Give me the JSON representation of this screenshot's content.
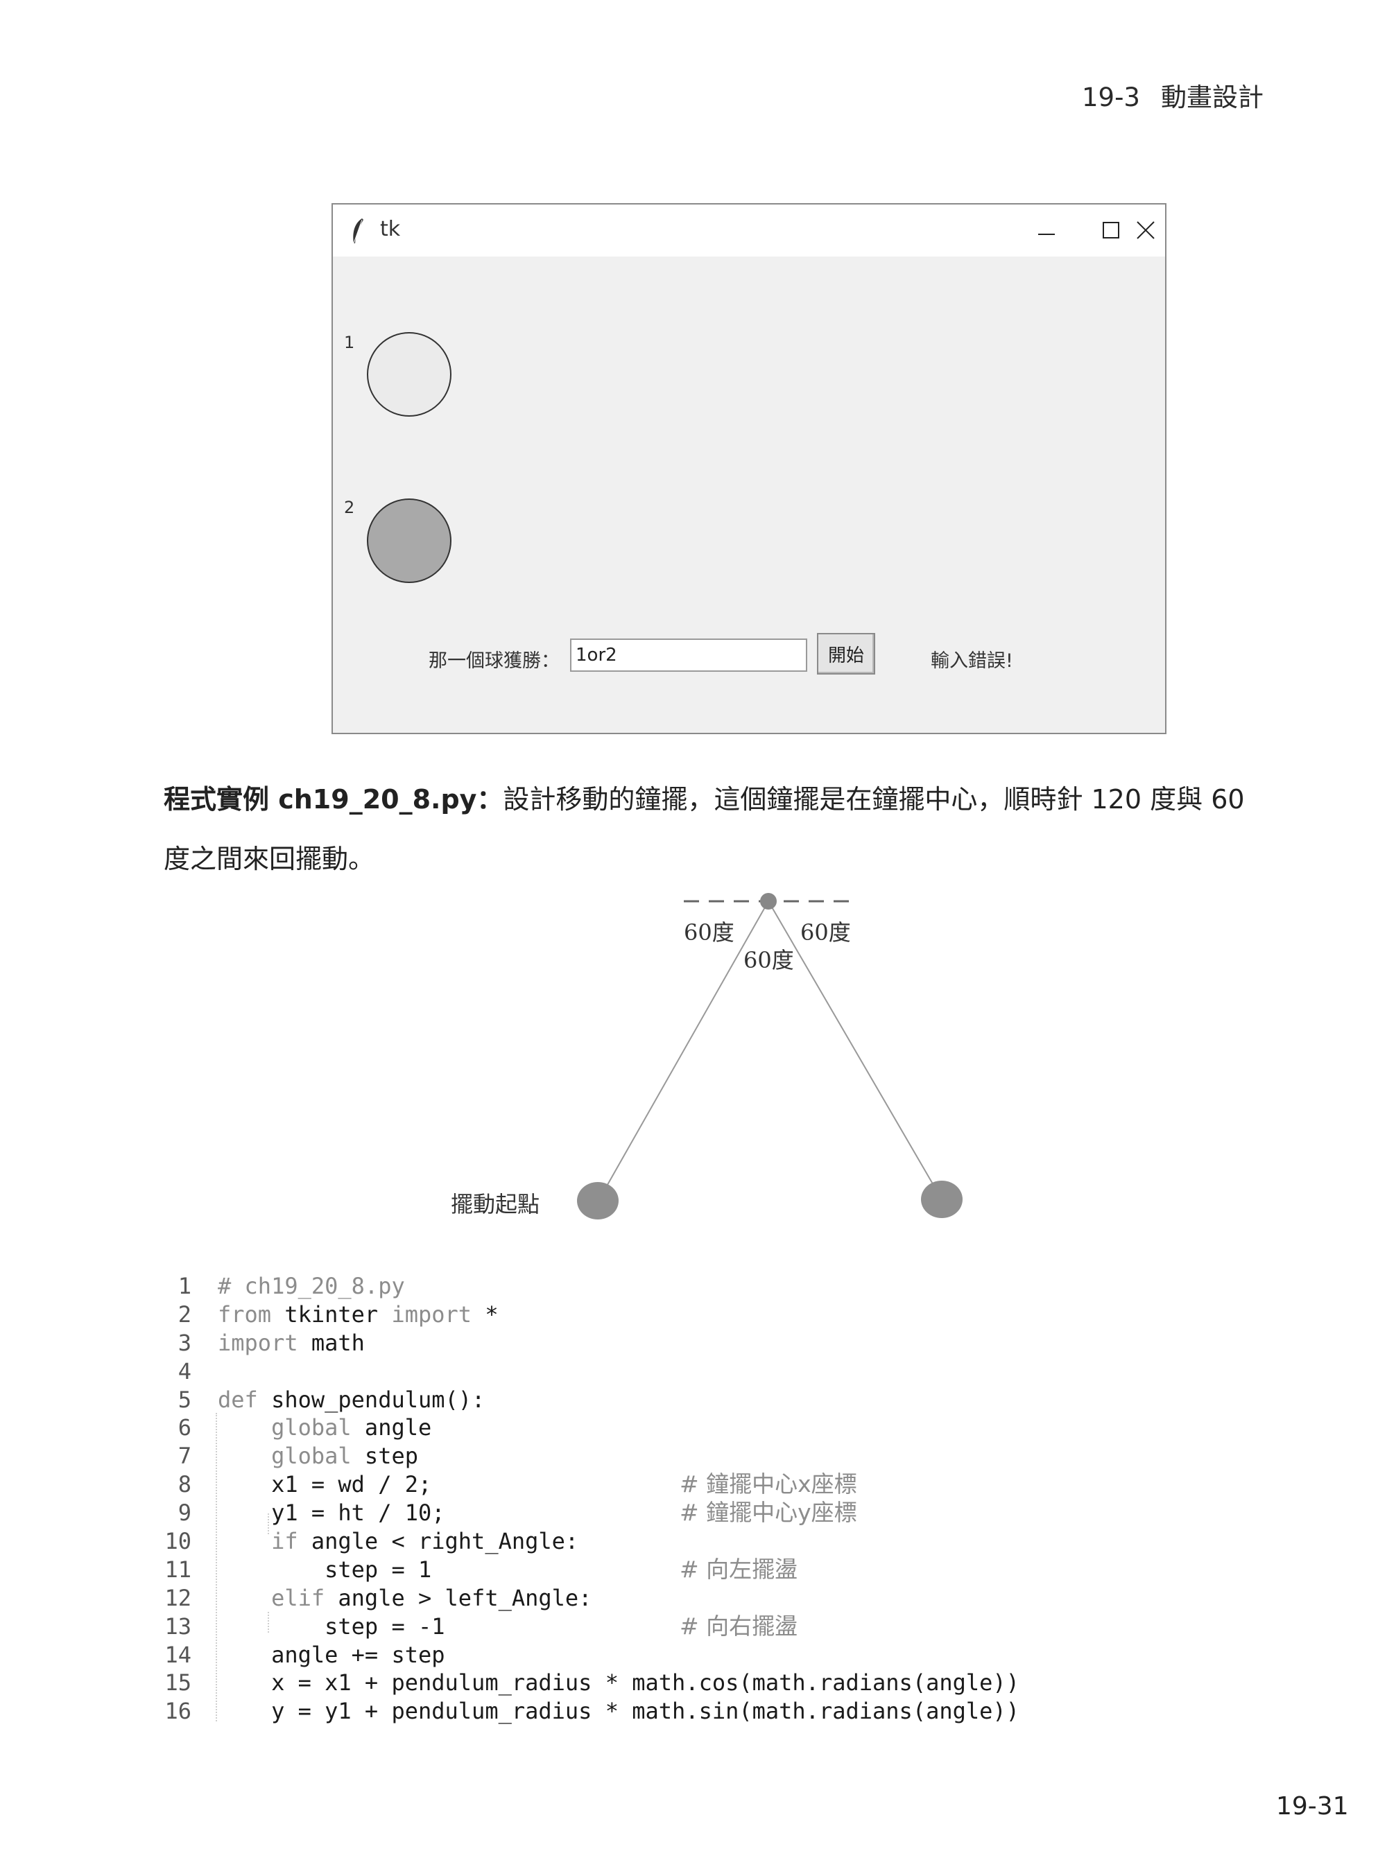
{
  "header": {
    "section": "19-3",
    "title": "動畫設計"
  },
  "window": {
    "title": "tk",
    "ball1_label": "1",
    "ball2_label": "2",
    "prompt_label": "那一個球獲勝：",
    "entry_value": "1or2",
    "start_button": "開始",
    "message": "輸入錯誤!",
    "ball1_color": "#ebebeb",
    "ball2_color": "#a9a9a9"
  },
  "paragraph": {
    "bold": "程式實例 ch19_20_8.py：",
    "text": "設計移動的鐘擺，這個鐘擺是在鐘擺中心，順時針 120 度與 60 度之間來回擺動。"
  },
  "diagram": {
    "angle_left": "60度",
    "angle_middle": "60度",
    "angle_right": "60度",
    "start_label": "擺動起點",
    "bob_color": "#8f8f8f"
  },
  "code": {
    "lines": [
      {
        "n": "1",
        "parts": [
          [
            "c",
            "# ch19_20_8.py"
          ]
        ]
      },
      {
        "n": "2",
        "parts": [
          [
            "k",
            "from"
          ],
          [
            "t",
            " tkinter "
          ],
          [
            "k",
            "import"
          ],
          [
            "t",
            " *"
          ]
        ]
      },
      {
        "n": "3",
        "parts": [
          [
            "k",
            "import"
          ],
          [
            "t",
            " math"
          ]
        ]
      },
      {
        "n": "4",
        "parts": []
      },
      {
        "n": "5",
        "parts": [
          [
            "k",
            "def"
          ],
          [
            "t",
            " show_pendulum():"
          ]
        ]
      },
      {
        "n": "6",
        "parts": [
          [
            "t",
            "    "
          ],
          [
            "k",
            "global"
          ],
          [
            "t",
            " angle"
          ]
        ]
      },
      {
        "n": "7",
        "parts": [
          [
            "t",
            "    "
          ],
          [
            "k",
            "global"
          ],
          [
            "t",
            " step"
          ]
        ]
      },
      {
        "n": "8",
        "parts": [
          [
            "t",
            "    x1 = wd / 2;"
          ]
        ],
        "comment": "# 鐘擺中心x座標"
      },
      {
        "n": "9",
        "parts": [
          [
            "t",
            "    y1 = ht / 10;"
          ]
        ],
        "comment": "# 鐘擺中心y座標"
      },
      {
        "n": "10",
        "parts": [
          [
            "t",
            "    "
          ],
          [
            "k",
            "if"
          ],
          [
            "t",
            " angle < right_Angle:"
          ]
        ]
      },
      {
        "n": "11",
        "parts": [
          [
            "t",
            "        step = 1"
          ]
        ],
        "comment": "# 向左擺盪"
      },
      {
        "n": "12",
        "parts": [
          [
            "t",
            "    "
          ],
          [
            "k",
            "elif"
          ],
          [
            "t",
            " angle > left_Angle:"
          ]
        ]
      },
      {
        "n": "13",
        "parts": [
          [
            "t",
            "        step = -1"
          ]
        ],
        "comment": "# 向右擺盪"
      },
      {
        "n": "14",
        "parts": [
          [
            "t",
            "    angle += step"
          ]
        ]
      },
      {
        "n": "15",
        "parts": [
          [
            "t",
            "    x = x1 + pendulum_radius * math.cos(math.radians(angle))"
          ]
        ]
      },
      {
        "n": "16",
        "parts": [
          [
            "t",
            "    y = y1 + pendulum_radius * math.sin(math.radians(angle))"
          ]
        ]
      }
    ]
  },
  "page_number": "19-31"
}
